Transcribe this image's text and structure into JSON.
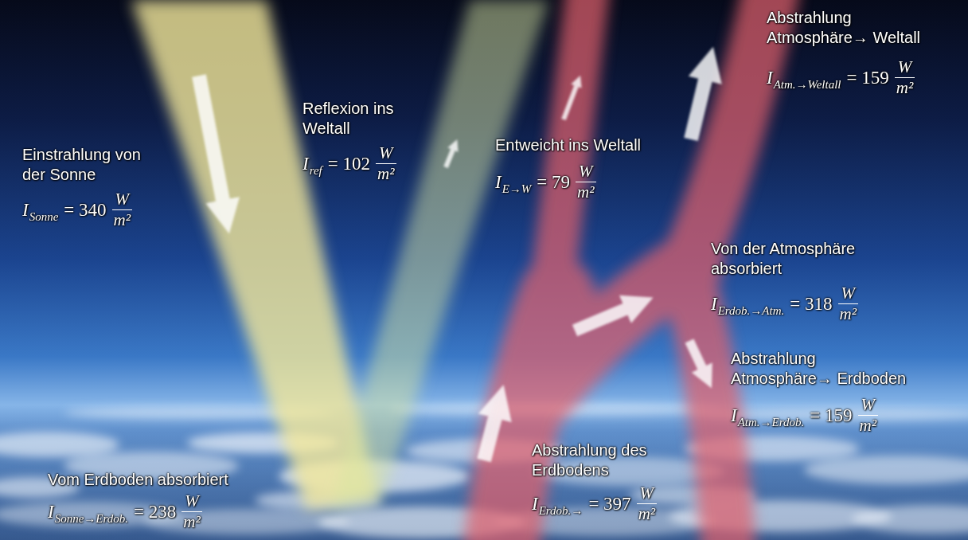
{
  "diagram": {
    "labels": [
      "Einstrahlung von der Sonne",
      "I",
      "Sonne",
      "= 340",
      "W",
      "m²",
      "Reflexion ins Weltall",
      "I",
      "ref",
      "= 102",
      "W",
      "m²",
      "Entweicht ins Weltall",
      "I",
      "E→W",
      "= 79",
      "W",
      "m²",
      "Abstrahlung Atmosphäre→ Weltall",
      "I",
      "Atm.→Weltall",
      "= 159",
      "W",
      "m²",
      "Von der Atmosphäre absorbiert",
      "I",
      "Erdob.→Atm.",
      "= 318",
      "W",
      "m²",
      "Abstrahlung Atmosphäre→ Erdboden",
      "I",
      "Atm.→Erdob.",
      "= 159",
      "W",
      "m²",
      "Abstrahlung des Erdbodens",
      "I",
      "Erdob.→",
      "= 397",
      "W",
      "m²",
      "Vom Erdboden absorbiert",
      "I",
      "Sonne→Erdob.",
      "= 238",
      "W",
      "m²"
    ]
  }
}
